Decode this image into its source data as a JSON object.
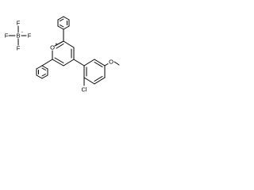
{
  "structure": {
    "description_labels": {
      "boron": "B",
      "fluorine": "F",
      "oxygen_ring": "O",
      "oxygen_methoxy": "O",
      "chlorine": "Cl"
    },
    "charges": {
      "ring_oxygen": "+",
      "boron": "−"
    },
    "colors": {
      "bond": "#000000",
      "label": "#000000",
      "background": "#ffffff"
    }
  }
}
